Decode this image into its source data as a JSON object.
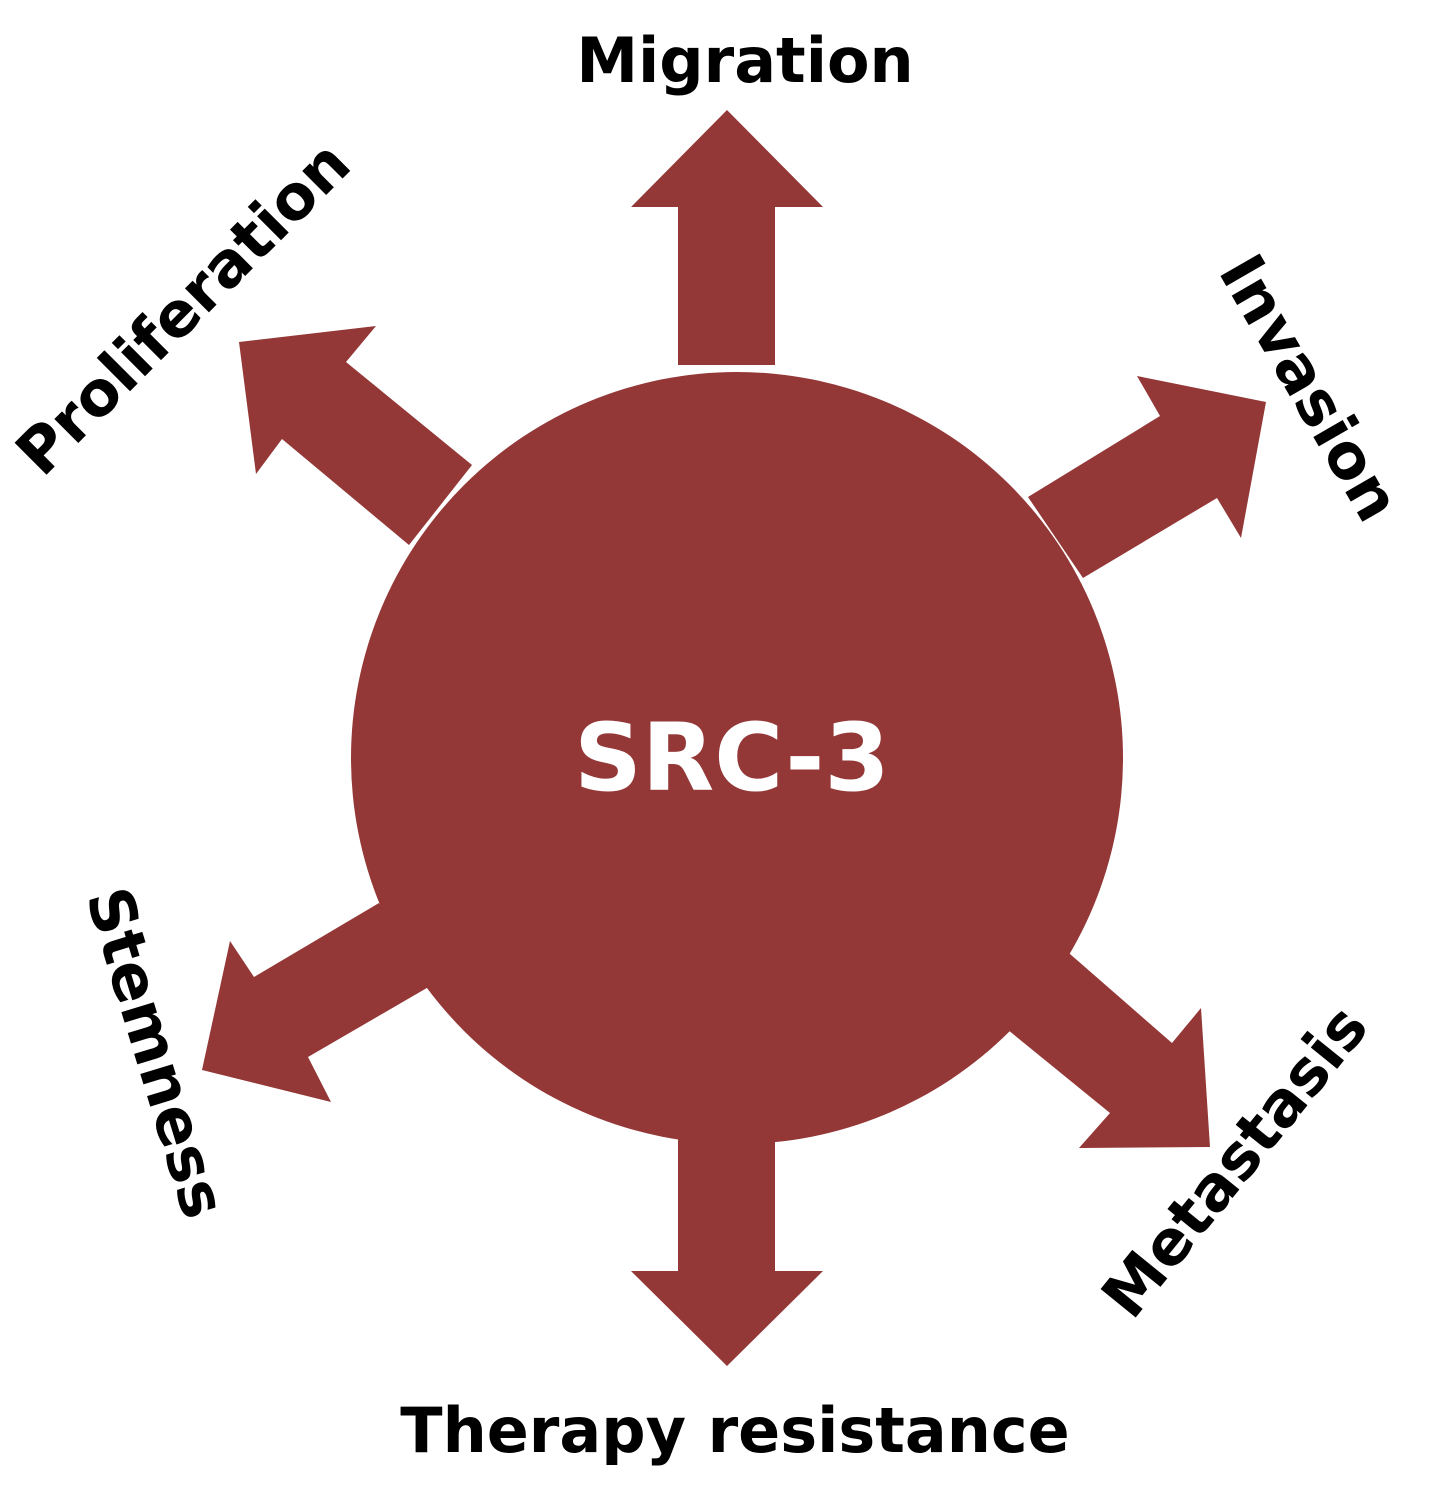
{
  "center": {
    "label": "SRC-3",
    "fill_color": "#943737",
    "text_color": "#ffffff"
  },
  "arrow_color": "#943737",
  "outcomes": [
    {
      "id": "migration",
      "label": "Migration"
    },
    {
      "id": "invasion",
      "label": "Invasion"
    },
    {
      "id": "metastasis",
      "label": "Metastasis"
    },
    {
      "id": "therapy-resistance",
      "label": "Therapy resistance"
    },
    {
      "id": "stemness",
      "label": "Stemness"
    },
    {
      "id": "proliferation",
      "label": "Proliferation"
    }
  ]
}
